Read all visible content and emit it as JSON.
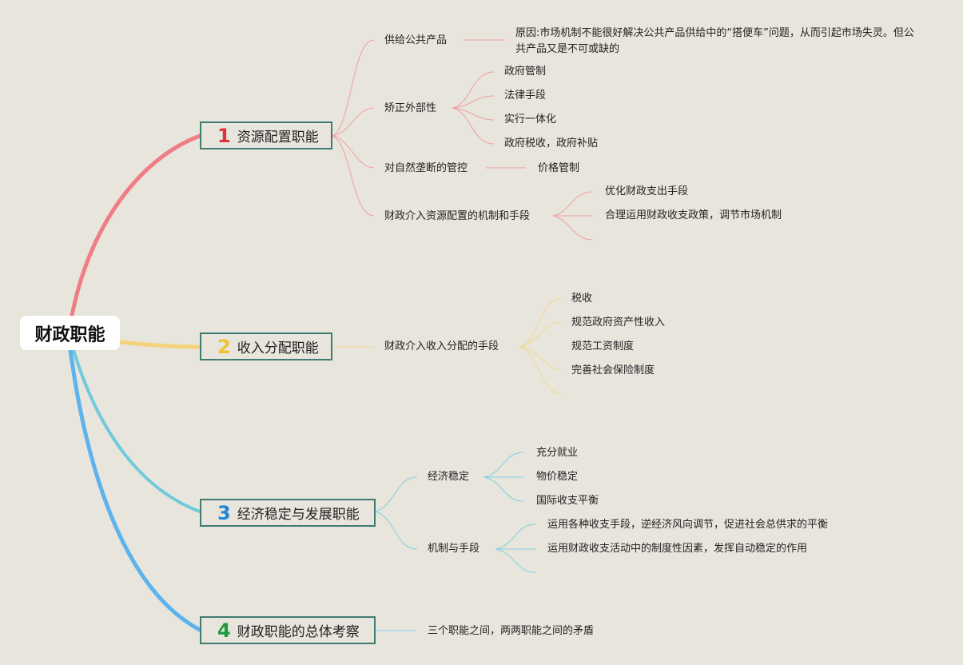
{
  "root": {
    "title": "财政职能"
  },
  "branches": [
    {
      "num": "1",
      "color": "#e05a68",
      "label": "资源配置职能",
      "items": [
        {
          "label": "供给公共产品",
          "children": [
            "原因:市场机制不能很好解决公共产品供给中的“搭便车”问题，从而引起市场失灵。但公共产品又是不可或缺的"
          ]
        },
        {
          "label": "矫正外部性",
          "children": [
            "政府管制",
            "法律手段",
            "实行一体化",
            "政府税收，政府补贴"
          ]
        },
        {
          "label": "对自然垄断的管控",
          "children": [
            "价格管制"
          ]
        },
        {
          "label": "财政介入资源配置的机制和手段",
          "children": [
            "优化财政支出手段",
            "合理运用财政收支政策，调节市场机制"
          ]
        }
      ]
    },
    {
      "num": "2",
      "color": "#f0c945",
      "label": "收入分配职能",
      "items": [
        {
          "label": "财政介入收入分配的手段",
          "children": [
            "税收",
            "规范政府资产性收入",
            "规范工资制度",
            "完善社会保险制度"
          ]
        }
      ]
    },
    {
      "num": "3",
      "color": "#2a8fd6",
      "label": "经济稳定与发展职能",
      "items": [
        {
          "label": "经济稳定",
          "children": [
            "充分就业",
            "物价稳定",
            "国际收支平衡"
          ]
        },
        {
          "label": "机制与手段",
          "children": [
            "运用各种收支手段，逆经济风向调节，促进社会总供求的平衡",
            "运用财政收支活动中的制度性因素，发挥自动稳定的作用"
          ]
        }
      ]
    },
    {
      "num": "4",
      "color": "#25a04a",
      "label": "财政职能的总体考察",
      "items": [
        {
          "label": "三个职能之间，两两职能之间的矛盾",
          "children": []
        }
      ]
    }
  ],
  "colors": {
    "branch1_line": "#ef7d85",
    "branch2_line": "#f5d27a",
    "branch3_line": "#6fcadb",
    "branch4_line": "#5db3ec",
    "box_border": "#3e7c72",
    "background": "#e8e5dd"
  }
}
